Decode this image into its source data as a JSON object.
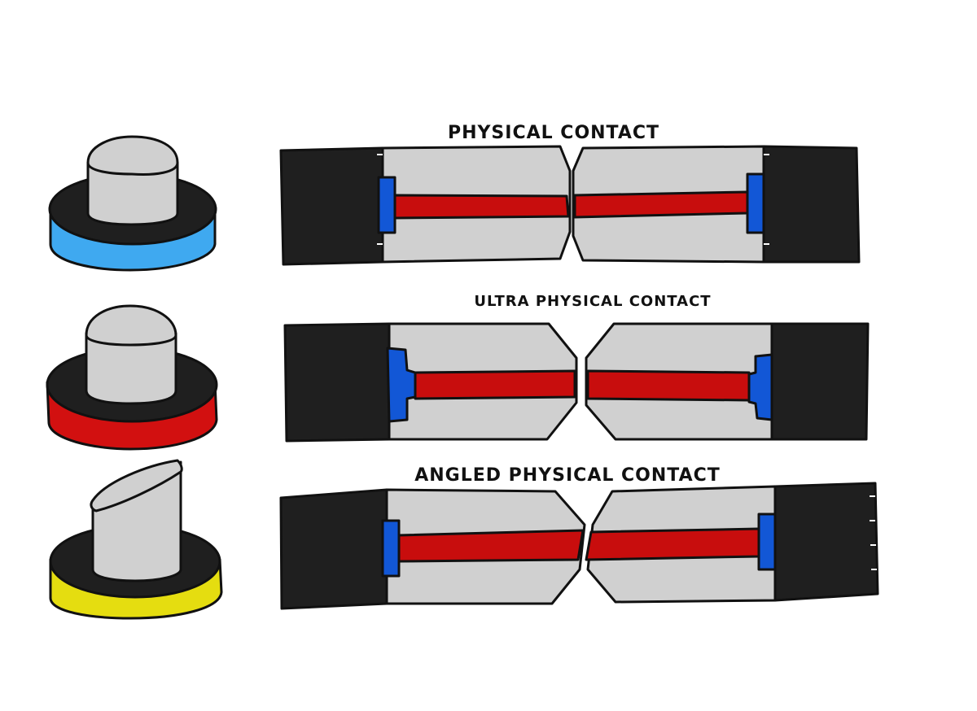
{
  "labels": {
    "pc": "PHYSICAL CONTACT",
    "upc": "ULTRA PHYSICAL CONTACT",
    "apc": "ANGLED PHYSICAL CONTACT"
  },
  "colors": {
    "outline": "#111111",
    "ferrule": "#d0d0d0",
    "jacket": "#1f1f1f",
    "fiber": "#c80d0d",
    "stop": "#1257d6",
    "pc_ring": "#3fa9f0",
    "upc_ring": "#d21010",
    "apc_ring": "#e5dd10"
  }
}
